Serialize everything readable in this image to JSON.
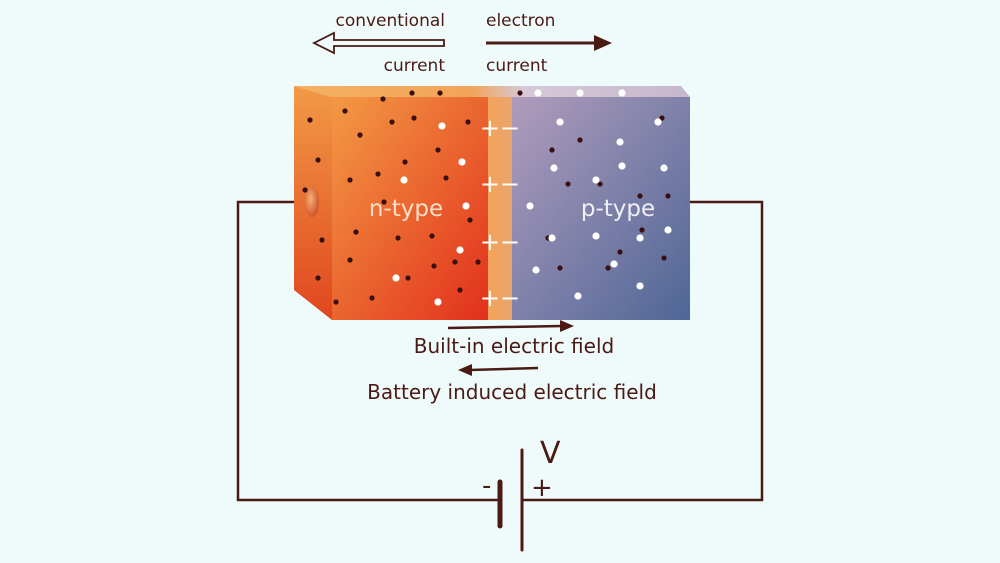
{
  "top_labels": {
    "conventional": "conventional",
    "conventional_current": "current",
    "electron": "electron",
    "electron_current": "current"
  },
  "regions": {
    "n_label": "n-type",
    "p_label": "p-type"
  },
  "junction": {
    "plus": "+",
    "minus": "−"
  },
  "fields": {
    "built_in": "Built-in electric field",
    "battery": "Battery induced electric field"
  },
  "battery": {
    "voltage_label": "V",
    "minus": "-",
    "plus": "+"
  },
  "colors": {
    "background": "#effafb",
    "ink": "#4a1a14",
    "n_type_light": "#f08a3c",
    "n_type_dark": "#e23a1e",
    "p_type_light": "#a796b6",
    "p_type_dark": "#556b9c",
    "depletion": "#f0a860",
    "dot_dark": "#3a0f12",
    "dot_light": "#ffffff"
  }
}
